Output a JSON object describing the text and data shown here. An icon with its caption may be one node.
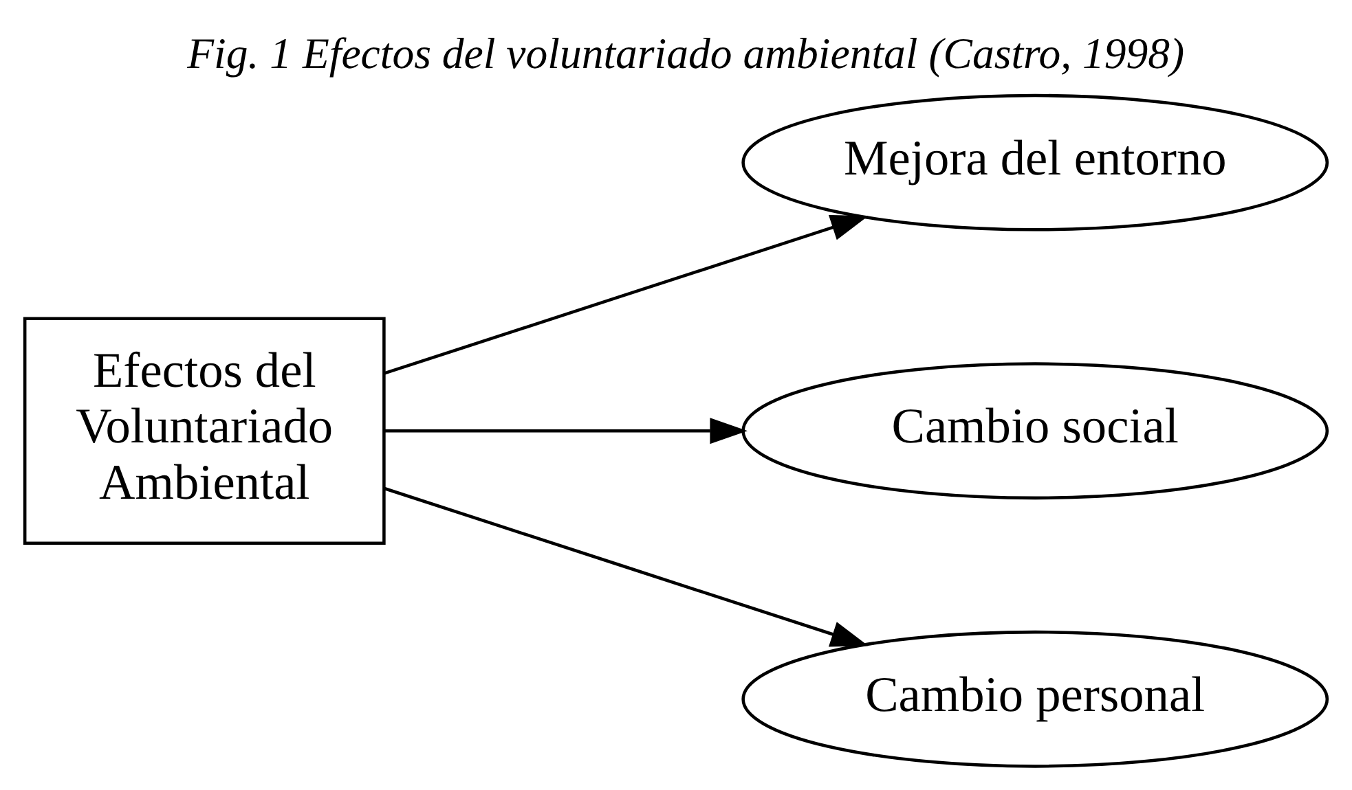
{
  "diagram": {
    "title": "Fig. 1 Efectos del voluntariado ambiental (Castro, 1998)",
    "nodes": [
      {
        "text": [
          "Efectos del Voluntariado Ambiental"
        ]
      },
      {
        "text": [
          "Mejora del entorno"
        ]
      },
      {
        "text": [
          "Cambio social"
        ]
      },
      {
        "text": [
          "Cambio personal"
        ]
      }
    ],
    "edges": [
      {
        "from": 0,
        "to": 1,
        "arrow": "to"
      },
      {
        "from": 0,
        "to": 2,
        "arrow": "to"
      },
      {
        "from": 0,
        "to": 3,
        "arrow": "to"
      }
    ]
  }
}
